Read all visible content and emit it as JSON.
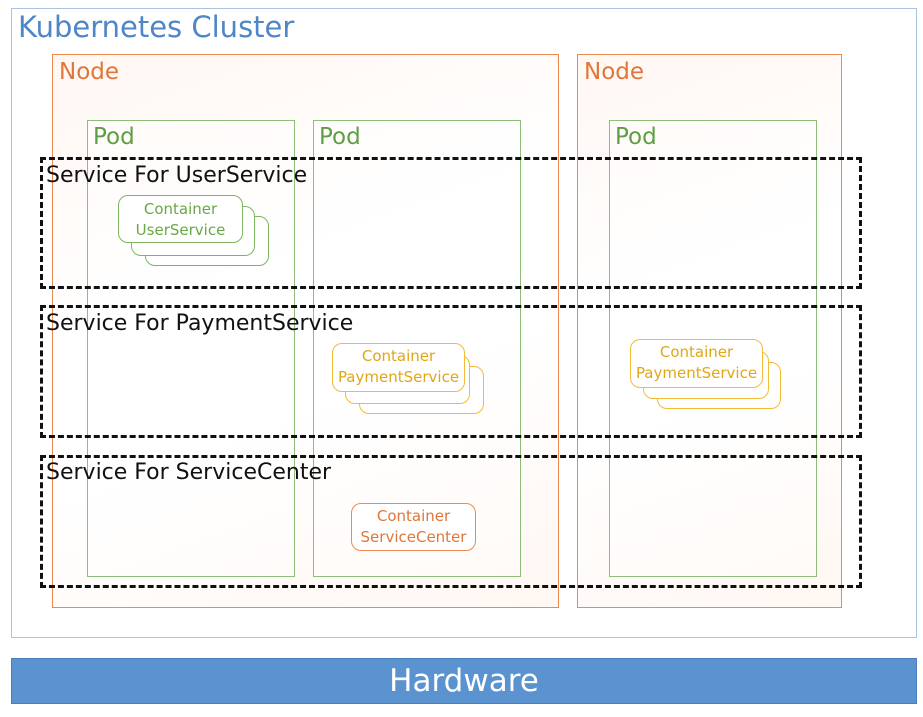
{
  "cluster": {
    "label": "Kubernetes Cluster"
  },
  "nodes": [
    {
      "label": "Node"
    },
    {
      "label": "Node"
    }
  ],
  "pods": [
    {
      "label": "Pod"
    },
    {
      "label": "Pod"
    },
    {
      "label": "Pod"
    }
  ],
  "services": [
    {
      "label": "Service For UserService"
    },
    {
      "label": "Service For PaymentService"
    },
    {
      "label": "Service For ServiceCenter"
    }
  ],
  "containers": {
    "user": {
      "line1": "Container",
      "line2": "UserService"
    },
    "payment_a": {
      "line1": "Container",
      "line2": "PaymentService"
    },
    "payment_b": {
      "line1": "Container",
      "line2": "PaymentService"
    },
    "center": {
      "line1": "Container",
      "line2": "ServiceCenter"
    }
  },
  "hardware": {
    "label": "Hardware"
  },
  "colors": {
    "cluster_border": "#a9c4de",
    "cluster_text": "#4f86c6",
    "node": "#ee8a4f",
    "pod": "#8fbd7a",
    "user_container": "#7fb55f",
    "payment_container": "#f2bc36",
    "center_container": "#ee8a4f",
    "hardware_bar": "#5b93d0"
  }
}
